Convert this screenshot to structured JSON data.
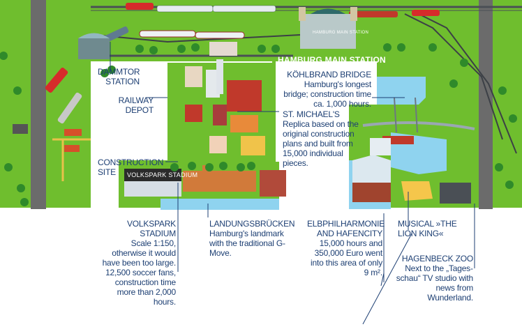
{
  "header": {
    "main_station": "HAMBURG MAIN STATION"
  },
  "stadium_sign": "VOLKSPARK STADIUM",
  "station_sign": "HAMBURG MAIN STATION",
  "labels": {
    "dammtor": {
      "title": "DAMMTOR STATION"
    },
    "depot": {
      "title": "RAILWAY DEPOT"
    },
    "construction": {
      "title": "CONSTRUCTION SITE"
    },
    "kohlbrand": {
      "title": "KÖHLBRAND BRIDGE",
      "text": "Hamburg's longest bridge; construction time ca. 1,000 hours."
    },
    "michael": {
      "title": "ST. MICHAEL'S",
      "text": "Replica based on the original construction plans and built from 15,000 individual pieces."
    },
    "volkspark": {
      "title": "VOLKSPARK STADIUM",
      "text": "Scale 1:150, otherwise it would have been too large. 12,500 soccer fans, construction time more than 2,000 hours."
    },
    "landungs": {
      "title": "LANDUNGSBRÜCKEN",
      "text": "Hamburg's landmark with the traditional G-Move."
    },
    "elbphil": {
      "title": "ELBPHILHARMONIE AND HAFENCITY",
      "text": "15,000 hours and 350,000 Euro went into this area of only 9 m²."
    },
    "musical": {
      "title": "MUSICAL »THE LION KING«"
    },
    "hagenbeck": {
      "title": "HAGENBECK ZOO",
      "text": "Next to the „Tages­schau“ TV studio with news from Wunderland."
    }
  },
  "colors": {
    "grass": "#6fbe2e",
    "ink": "#1d3f73",
    "water": "#8fd3ef",
    "rail": "#4a4f55"
  }
}
